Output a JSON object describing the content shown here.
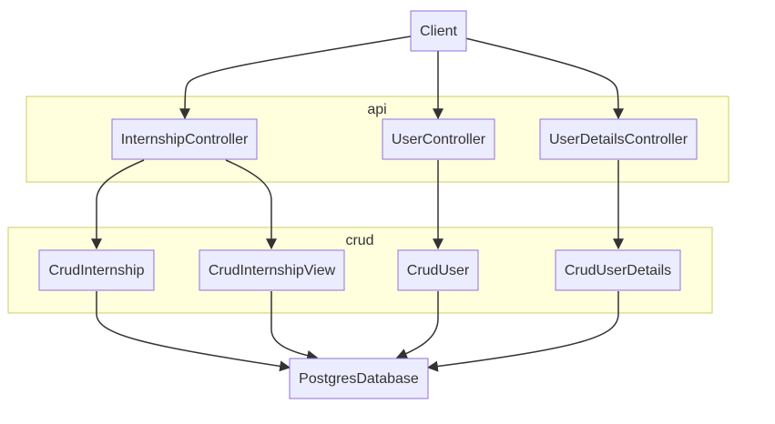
{
  "colors": {
    "node_fill": "#ececff",
    "node_stroke": "#9370db",
    "cluster_fill": "#ffffde",
    "cluster_stroke": "#cccc66",
    "edge": "#333333",
    "text": "#333333"
  },
  "clusters": {
    "api": {
      "label": "api"
    },
    "crud": {
      "label": "crud"
    }
  },
  "nodes": {
    "client": {
      "label": "Client"
    },
    "internship_controller": {
      "label": "InternshipController"
    },
    "user_controller": {
      "label": "UserController"
    },
    "user_details_controller": {
      "label": "UserDetailsController"
    },
    "crud_internship": {
      "label": "CrudInternship"
    },
    "crud_internship_view": {
      "label": "CrudInternshipView"
    },
    "crud_user": {
      "label": "CrudUser"
    },
    "crud_user_details": {
      "label": "CrudUserDetails"
    },
    "postgres_database": {
      "label": "PostgresDatabase"
    }
  },
  "edges": [
    {
      "from": "Client",
      "to": "InternshipController"
    },
    {
      "from": "Client",
      "to": "UserController"
    },
    {
      "from": "Client",
      "to": "UserDetailsController"
    },
    {
      "from": "InternshipController",
      "to": "CrudInternship"
    },
    {
      "from": "InternshipController",
      "to": "CrudInternshipView"
    },
    {
      "from": "UserController",
      "to": "CrudUser"
    },
    {
      "from": "UserDetailsController",
      "to": "CrudUserDetails"
    },
    {
      "from": "CrudInternship",
      "to": "PostgresDatabase"
    },
    {
      "from": "CrudInternshipView",
      "to": "PostgresDatabase"
    },
    {
      "from": "CrudUser",
      "to": "PostgresDatabase"
    },
    {
      "from": "CrudUserDetails",
      "to": "PostgresDatabase"
    }
  ]
}
